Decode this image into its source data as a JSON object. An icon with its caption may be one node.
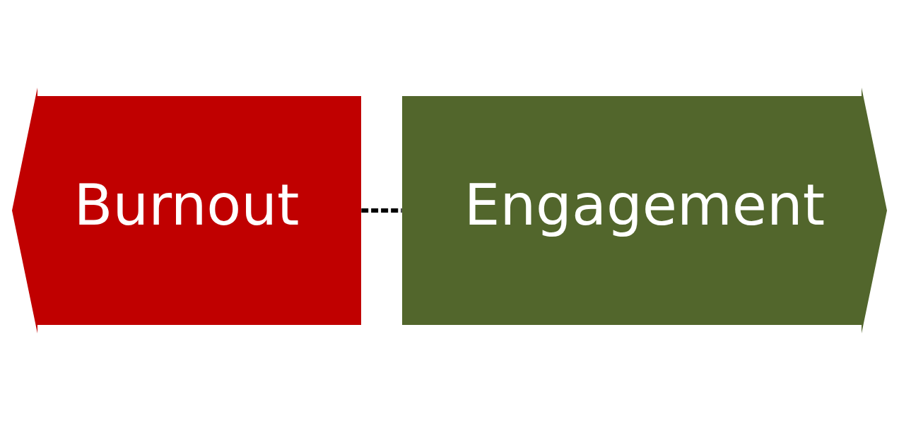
{
  "diagram": {
    "nodes": [
      {
        "text": [
          "Burnout"
        ]
      },
      {
        "text": [
          "Engagement"
        ]
      }
    ],
    "edges": [
      {
        "from": 0,
        "to": 1,
        "arrow": "none",
        "style": "dashed"
      }
    ]
  }
}
